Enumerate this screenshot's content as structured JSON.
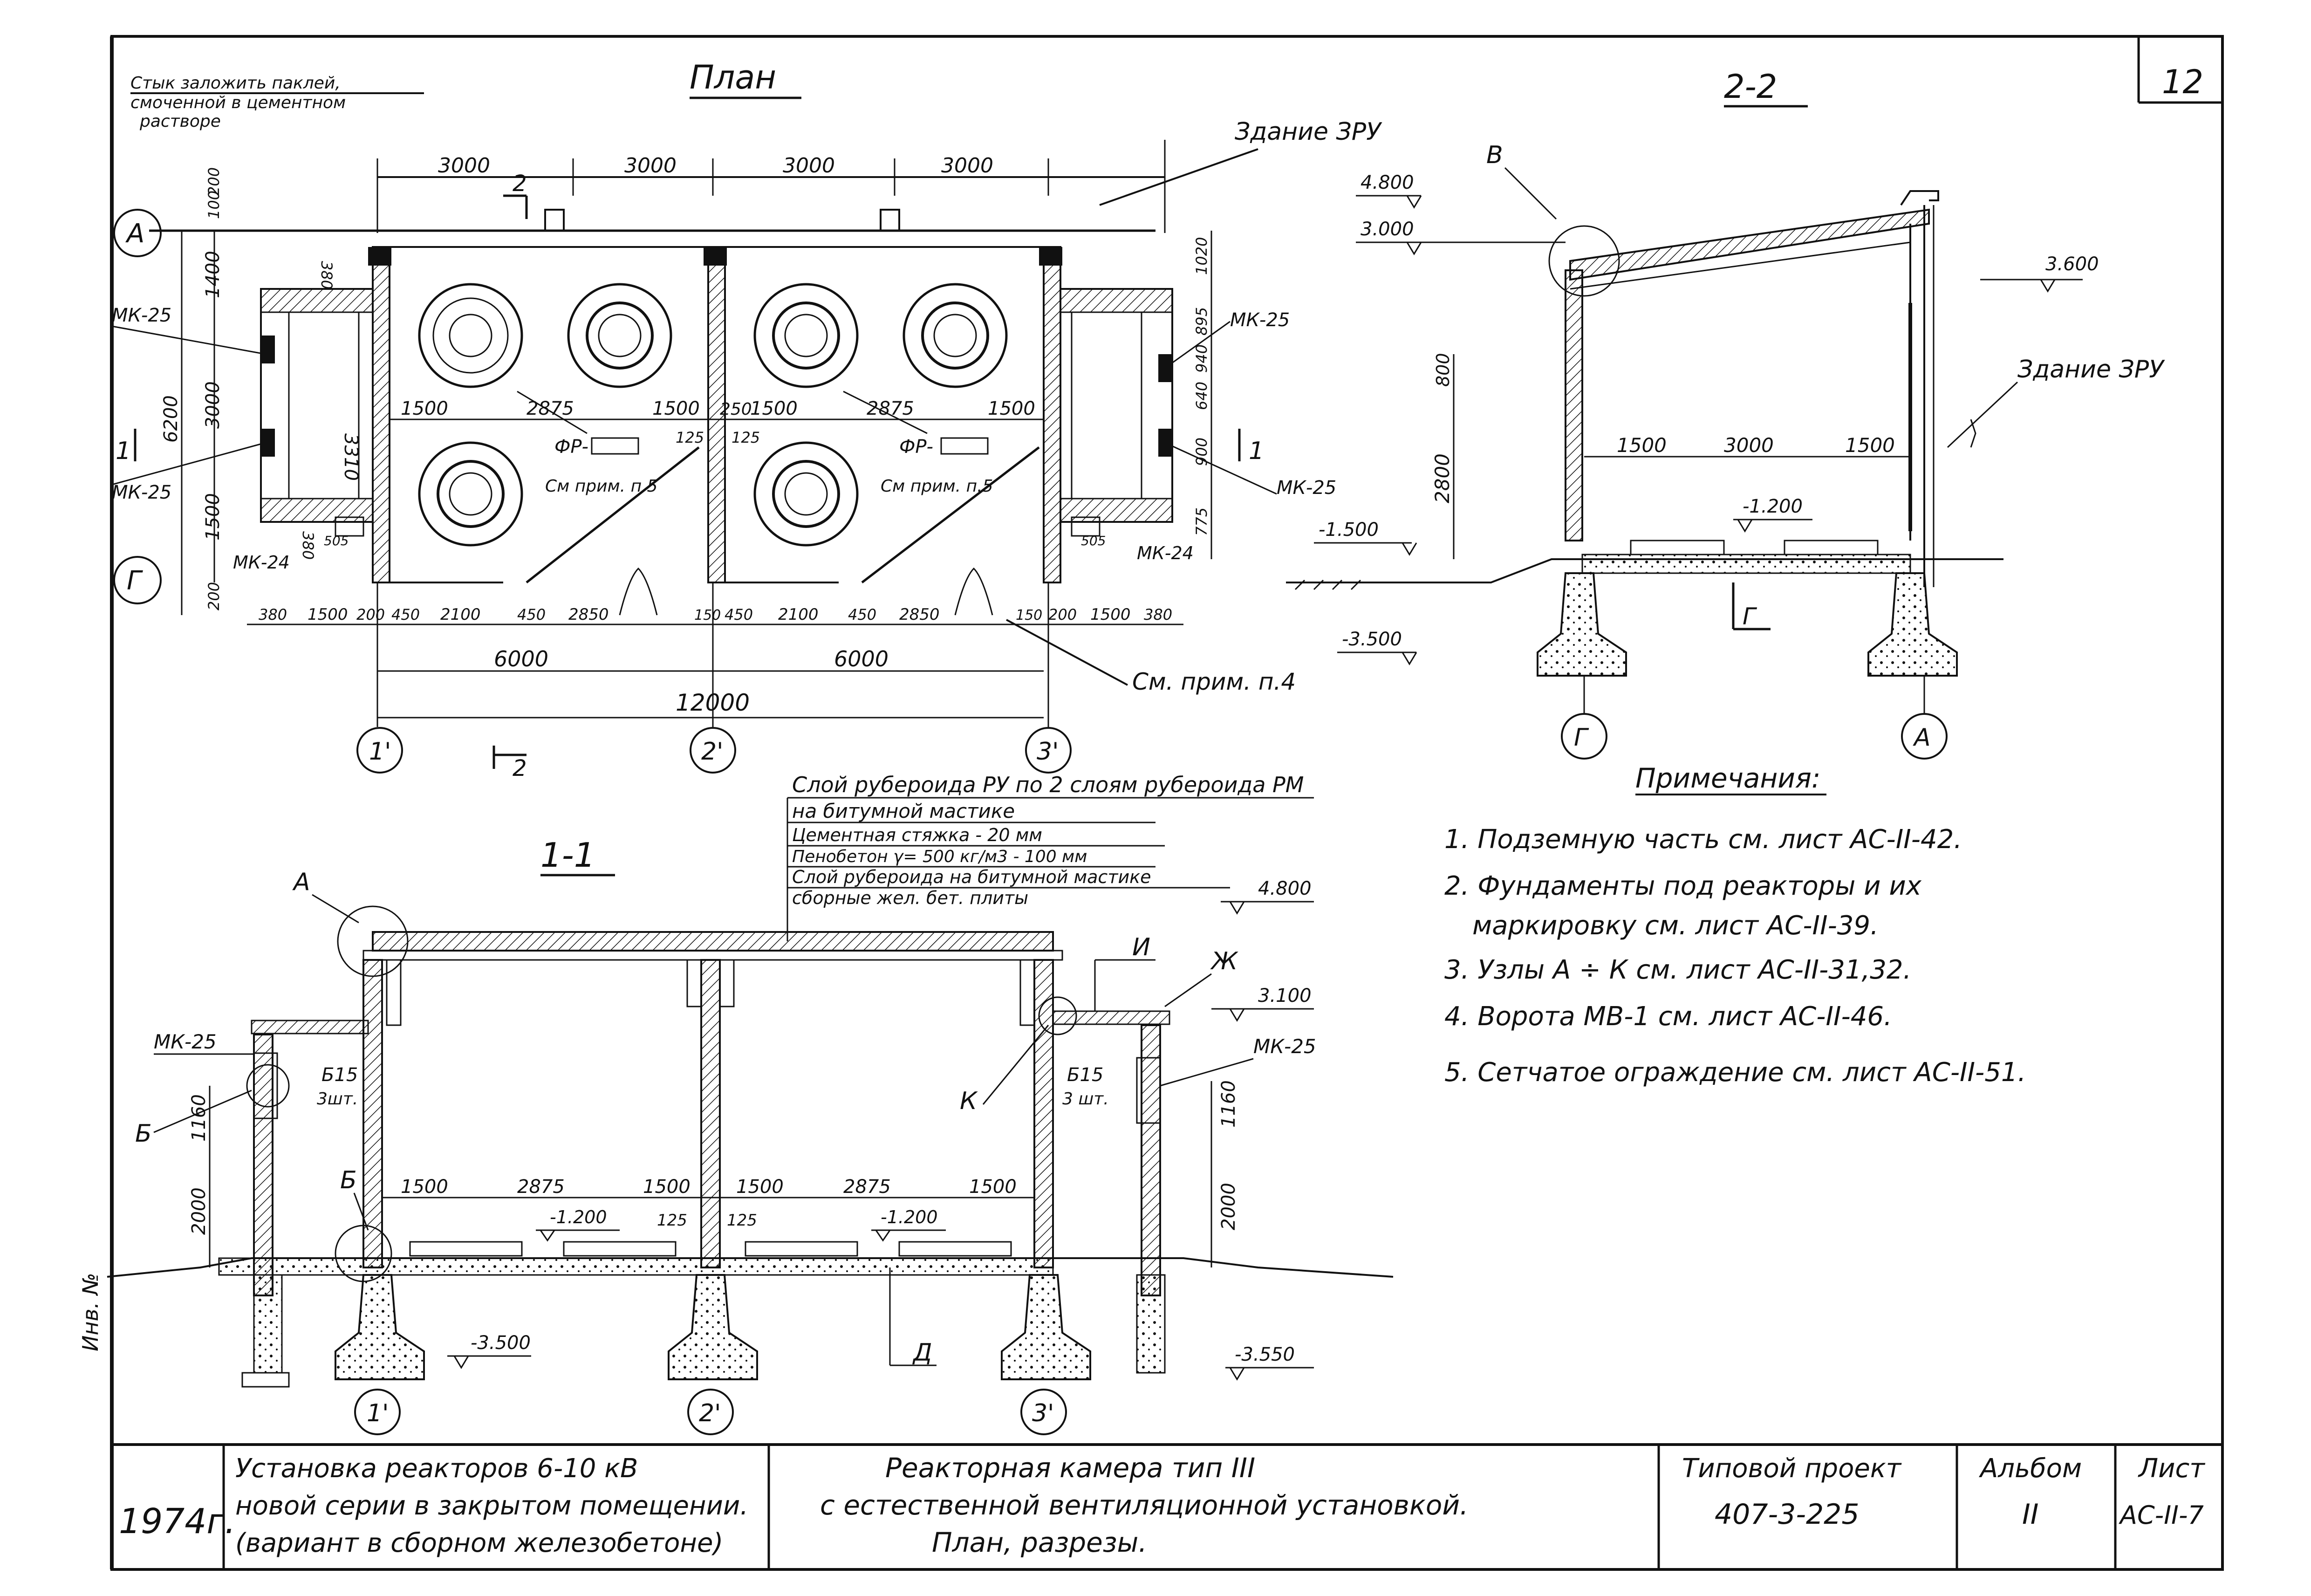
{
  "sheet": {
    "number": "12",
    "corner_note": [
      "Стык заложить паклей,",
      "смоченной в цементном",
      "растворе"
    ]
  },
  "plan": {
    "title": "План",
    "building_label": "Здание ЗРУ",
    "top_dims": [
      "3000",
      "3000",
      "3000",
      "3000"
    ],
    "bottom_dims": [
      "380",
      "1500",
      "200",
      "450",
      "2100",
      "450",
      "2850",
      "150",
      "450",
      "2100",
      "450",
      "2850",
      "150",
      "200",
      "1500",
      "380"
    ],
    "half_dims": [
      "6000",
      "6000"
    ],
    "total_dim": "12000",
    "left_dims": [
      "100",
      "200",
      "1400",
      "3000",
      "6200",
      "1500",
      "200"
    ],
    "inner_dim": "3310",
    "right_dims": [
      "1020",
      "895",
      "940",
      "640",
      "900",
      "775"
    ],
    "inner_dims_a": [
      "1500",
      "2875",
      "1500",
      "250",
      "1500",
      "2875",
      "1500"
    ],
    "inner_dims_b": [
      "125",
      "125"
    ],
    "small_dims": [
      "380",
      "380",
      "505",
      "505"
    ],
    "cell_labels": [
      "ФР-",
      "ФР-"
    ],
    "notes": [
      "См прим. п.5",
      "См прим. п.5"
    ],
    "note_gate": "См. прим. п.4",
    "mk_labels": [
      "МК-25",
      "МК-25",
      "МК-24",
      "МК-25",
      "МК-25",
      "МК-24"
    ],
    "axes": [
      "1'",
      "2'",
      "3'"
    ],
    "row_axes": [
      "А",
      "Г"
    ],
    "section_marks": [
      "1",
      "1",
      "2",
      "2"
    ]
  },
  "section22": {
    "title": "2-2",
    "node": "В",
    "levels": [
      "4.800",
      "3.000",
      "3.600",
      "-1.500",
      "-1.200",
      "-3.500"
    ],
    "dims": [
      "1500",
      "3000",
      "1500",
      "800",
      "2800"
    ],
    "building_label": "Здание ЗРУ",
    "axes": [
      "Г",
      "А"
    ],
    "mark": "Г"
  },
  "section11": {
    "title": "1-1",
    "layers": [
      "Слой рубероида РУ по 2 слоям рубероида РМ",
      "на битумной мастике",
      "Цементная стяжка - 20 мм",
      "Пенобетон γ= 500 кг/м3 - 100 мм",
      "Слой рубероида на битумной мастике",
      "сборные жел. бет. плиты"
    ],
    "levels": [
      "4.800",
      "3.100",
      "-1.200",
      "-1.200",
      "-3.500",
      "-3.550"
    ],
    "nodes": [
      "А",
      "Б",
      "Б",
      "К",
      "И",
      "Ж",
      "Д"
    ],
    "mk_labels": [
      "МК-25",
      "МК-25"
    ],
    "b15": [
      "Б15",
      "3шт.",
      "Б15",
      "3 шт."
    ],
    "dims_left": [
      "1160",
      "2000"
    ],
    "dims_right": [
      "1160",
      "2000"
    ],
    "inner_dims": [
      "1500",
      "2875",
      "1500",
      "1500",
      "2875",
      "1500"
    ],
    "inner_dims_b": [
      "125",
      "125"
    ],
    "axes": [
      "1'",
      "2'",
      "3'"
    ]
  },
  "notes": {
    "title": "Примечания:",
    "items": [
      "1. Подземную часть см. лист АС-II-42.",
      "2. Фундаменты под реакторы и их",
      "маркировку см. лист АС-II-39.",
      "3. Узлы А ÷ К см. лист АС-II-31,32.",
      "4. Ворота МВ-1 см. лист АС-II-46.",
      "5. Сетчатое ограждение см. лист АС-II-51."
    ]
  },
  "margin_text": "Инв. №",
  "title_block": {
    "year": "1974г.",
    "left": [
      "Установка реакторов 6-10 кВ",
      "новой серии в закрытом помещении.",
      "(вариант в сборном железобетоне)"
    ],
    "center": [
      "Реакторная камера тип III",
      "с естественной вентиляционной установкой.",
      "План, разрезы."
    ],
    "project_label": "Типовой проект",
    "project_number": "407-3-225",
    "album_label": "Альбом",
    "album_value": "II",
    "sheet_label": "Лист",
    "sheet_value": "АС-II-7"
  }
}
